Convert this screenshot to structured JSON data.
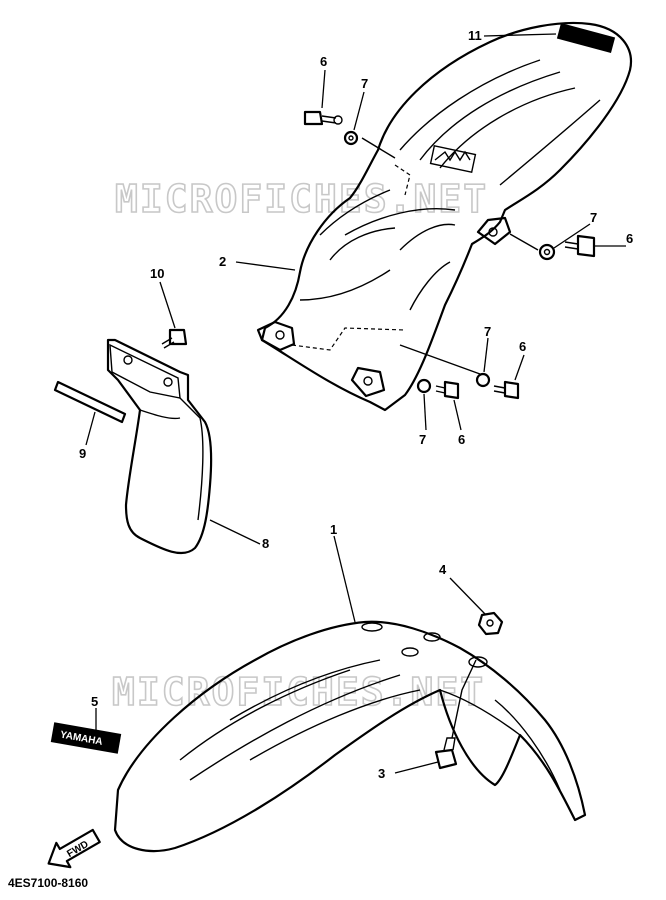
{
  "diagram": {
    "part_number_code": "4ES7100-8160",
    "watermark_text": "MICROFICHES.NET",
    "fwd_label": "FWD",
    "decal_brand_text": "YAMAHA",
    "callouts": [
      "1",
      "2",
      "3",
      "4",
      "5",
      "6",
      "6",
      "6",
      "6",
      "7",
      "7",
      "7",
      "7",
      "8",
      "9",
      "10",
      "11"
    ]
  }
}
